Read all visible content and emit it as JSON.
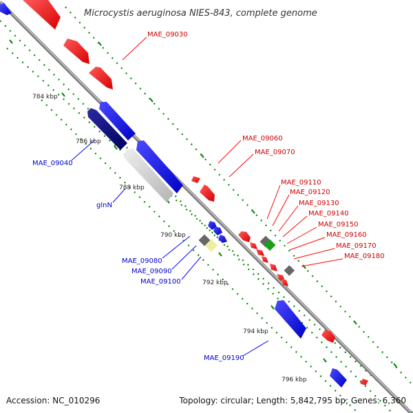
{
  "title": "Microcystis aeruginosa NIES-843, complete genome",
  "footer": {
    "accession": "Accession: NC_010296",
    "summary": "Topology: circular; Length: 5,842,795 bp; Genes: 6,360"
  },
  "colors": {
    "forward_gene": "#ff0000",
    "reverse_gene": "#0000ff",
    "forward_label": "#cc0000",
    "reverse_label": "#0000cc",
    "backbone": "#999999",
    "tick": "#008800"
  },
  "kbp_ticks": [
    "784 kbp",
    "786 kbp",
    "788 kbp",
    "790 kbp",
    "792 kbp",
    "794 kbp",
    "796 kbp"
  ],
  "forward_labels": [
    "MAE_09030",
    "MAE_09060",
    "MAE_09070",
    "MAE_09110",
    "MAE_09120",
    "MAE_09130",
    "MAE_09140",
    "MAE_09150",
    "MAE_09160",
    "MAE_09170",
    "MAE_09180"
  ],
  "reverse_labels": [
    "MAE_09040",
    "glnN",
    "MAE_09080",
    "MAE_09090",
    "MAE_09100",
    "MAE_09190"
  ]
}
